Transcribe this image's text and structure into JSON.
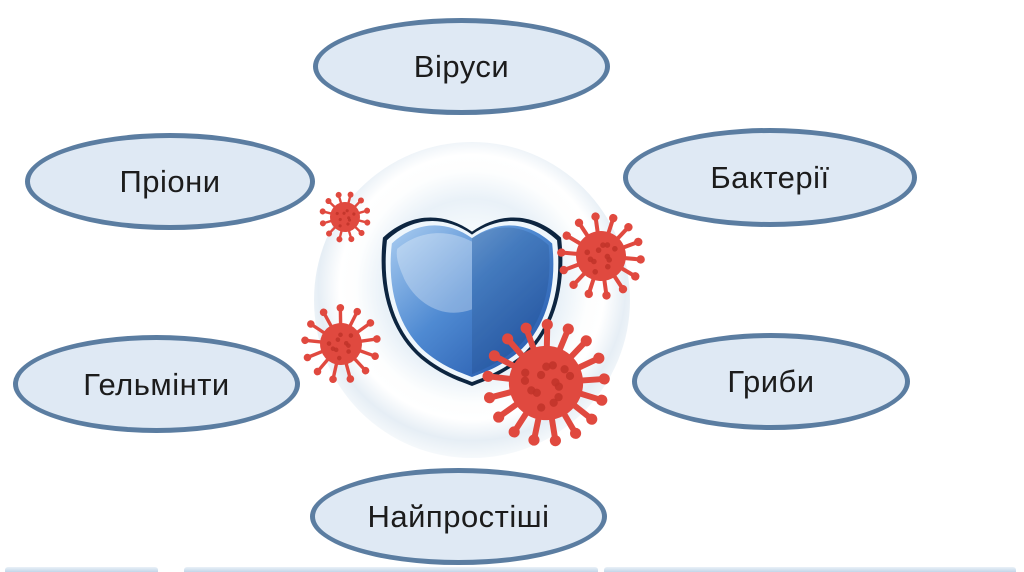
{
  "diagram": {
    "center": {
      "shield_icon": "shield-icon",
      "bubble": "protection-bubble",
      "pathogen_icons": [
        "virus-icon",
        "virus-icon",
        "virus-icon",
        "virus-icon"
      ]
    },
    "nodes": [
      {
        "id": "viruses",
        "label": "Віруси"
      },
      {
        "id": "prions",
        "label": "Пріони"
      },
      {
        "id": "bacteria",
        "label": "Бактерії"
      },
      {
        "id": "helminths",
        "label": "Гельмінти"
      },
      {
        "id": "fungi",
        "label": "Гриби"
      },
      {
        "id": "protozoa",
        "label": "Найпростіші"
      }
    ],
    "colors": {
      "node_fill": "#dfe9f4",
      "node_border": "#5b7da1",
      "text": "#1c1c1c",
      "virus_red": "#e0493f",
      "virus_dark": "#bf3329",
      "shield_light": "#aacdf1",
      "shield_mid": "#4f8ad2",
      "shield_dark": "#1d4fa4",
      "shield_rim": "#0d2540"
    }
  }
}
